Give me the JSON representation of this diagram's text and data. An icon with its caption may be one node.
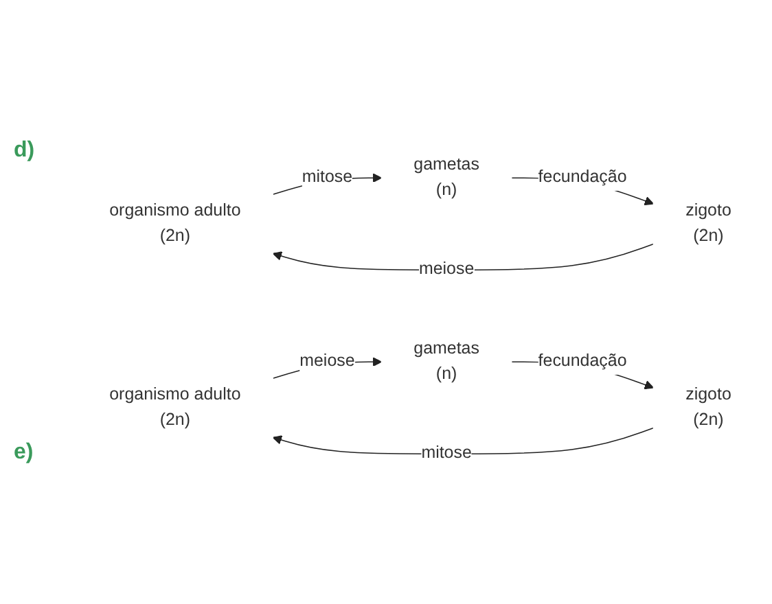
{
  "diagram": {
    "nodes": [
      {
        "text": [
          "organismo adulto",
          "(2n)"
        ]
      },
      {
        "text": [
          "gametas",
          "(n)"
        ]
      },
      {
        "text": [
          "zigoto",
          "(2n)"
        ]
      },
      {
        "text": [
          "organismo adulto",
          "(2n)"
        ]
      },
      {
        "text": [
          "gametas",
          "(n)"
        ]
      },
      {
        "text": [
          "zigoto",
          "(2n)"
        ]
      }
    ],
    "edges": [
      {
        "from": 0,
        "to": 1,
        "arrow": "to",
        "label": "mitose"
      },
      {
        "from": 1,
        "to": 2,
        "arrow": "to",
        "label": "fecundação"
      },
      {
        "from": 2,
        "to": 0,
        "arrow": "to",
        "label": "meiose"
      },
      {
        "from": 3,
        "to": 4,
        "arrow": "to",
        "label": "meiose"
      },
      {
        "from": 4,
        "to": 5,
        "arrow": "to",
        "label": "fecundação"
      },
      {
        "from": 5,
        "to": 3,
        "arrow": "to",
        "label": "mitose"
      }
    ],
    "labels": [
      "d)",
      "e)"
    ]
  }
}
